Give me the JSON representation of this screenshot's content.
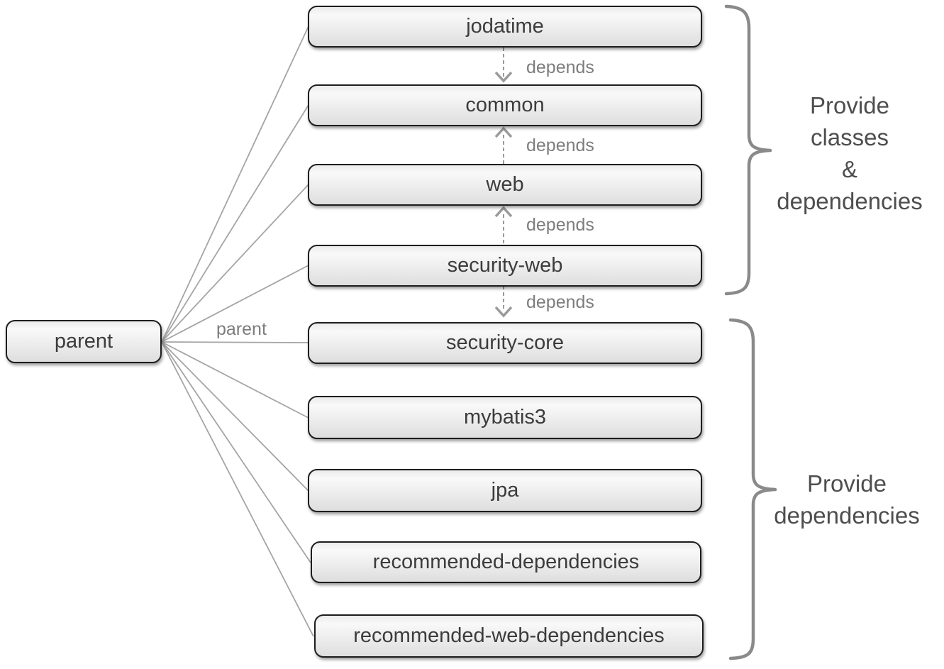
{
  "diagram": {
    "title_hint": "module dependency diagram",
    "parent": {
      "label": "parent"
    },
    "modules": [
      {
        "id": "jodatime",
        "label": "jodatime"
      },
      {
        "id": "common",
        "label": "common"
      },
      {
        "id": "web",
        "label": "web"
      },
      {
        "id": "security-web",
        "label": "security-web"
      },
      {
        "id": "security-core",
        "label": "security-core"
      },
      {
        "id": "mybatis3",
        "label": "mybatis3"
      },
      {
        "id": "jpa",
        "label": "jpa"
      },
      {
        "id": "recommended-dependencies",
        "label": "recommended-dependencies"
      },
      {
        "id": "recommended-web-dependencies",
        "label": "recommended-web-dependencies"
      }
    ],
    "parent_edge": {
      "label": "parent",
      "from": "parent",
      "to_all_modules": true
    },
    "dependency_edges": [
      {
        "from": "jodatime",
        "to": "common",
        "direction": "down",
        "label": "depends"
      },
      {
        "from": "web",
        "to": "common",
        "direction": "up",
        "label": "depends"
      },
      {
        "from": "security-web",
        "to": "web",
        "direction": "up",
        "label": "depends"
      },
      {
        "from": "security-web",
        "to": "security-core",
        "direction": "down",
        "label": "depends"
      }
    ],
    "groups": [
      {
        "label": "Provide\nclasses\n&\ndependencies",
        "modules": [
          "jodatime",
          "common",
          "web",
          "security-web"
        ]
      },
      {
        "label": "Provide\ndependencies",
        "modules": [
          "security-core",
          "mybatis3",
          "jpa",
          "recommended-dependencies",
          "recommended-web-dependencies"
        ]
      }
    ],
    "colors": {
      "background": "#ffffff",
      "box_border": "#1d1d1d",
      "box_fill_light": "#f9f9f9",
      "box_fill_dark": "#dedede",
      "box_text": "#3c3c3c",
      "connector_line": "#a5a5a5",
      "dashed_arrow": "#9a9a9a",
      "edge_label_text": "#7d7d7d",
      "brace": "#8a8a8a",
      "group_label_text": "#4e4e4e"
    }
  }
}
